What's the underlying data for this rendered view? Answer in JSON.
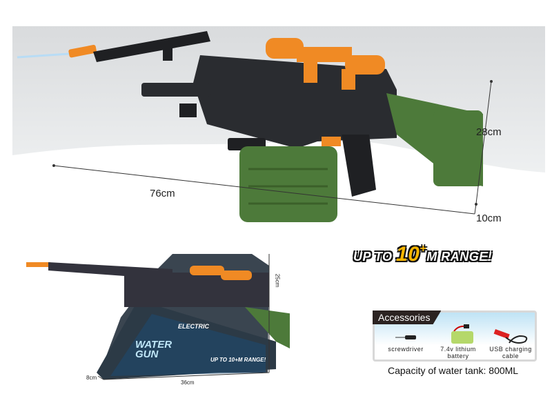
{
  "main_product": {
    "dimensions": {
      "height": "28cm",
      "length": "76cm",
      "width": "10cm"
    },
    "range_banner": {
      "prefix": "UP TO",
      "number": "10",
      "plus": "+",
      "suffix": "M RANGE!"
    }
  },
  "packaged_product": {
    "dimensions": {
      "height": "25cm",
      "depth": "8cm",
      "width": "36cm"
    },
    "box": {
      "label": "ELECTRIC",
      "title": "WATER GUN",
      "range": "UP TO 10+M RANGE!"
    }
  },
  "accessories": {
    "title": "Accessories",
    "items": [
      {
        "label": "screwdriver",
        "icon": "screwdriver-icon"
      },
      {
        "label": "7.4v lithium battery",
        "icon": "battery-icon"
      },
      {
        "label": "USB charging cable",
        "icon": "usb-cable-icon"
      }
    ]
  },
  "capacity": "Capacity of water tank: 800ML",
  "colors": {
    "gun_body": "#2a2c30",
    "stock_green": "#4d7a3a",
    "accent_orange": "#f08a24",
    "range_yellow": "#f7b500"
  }
}
